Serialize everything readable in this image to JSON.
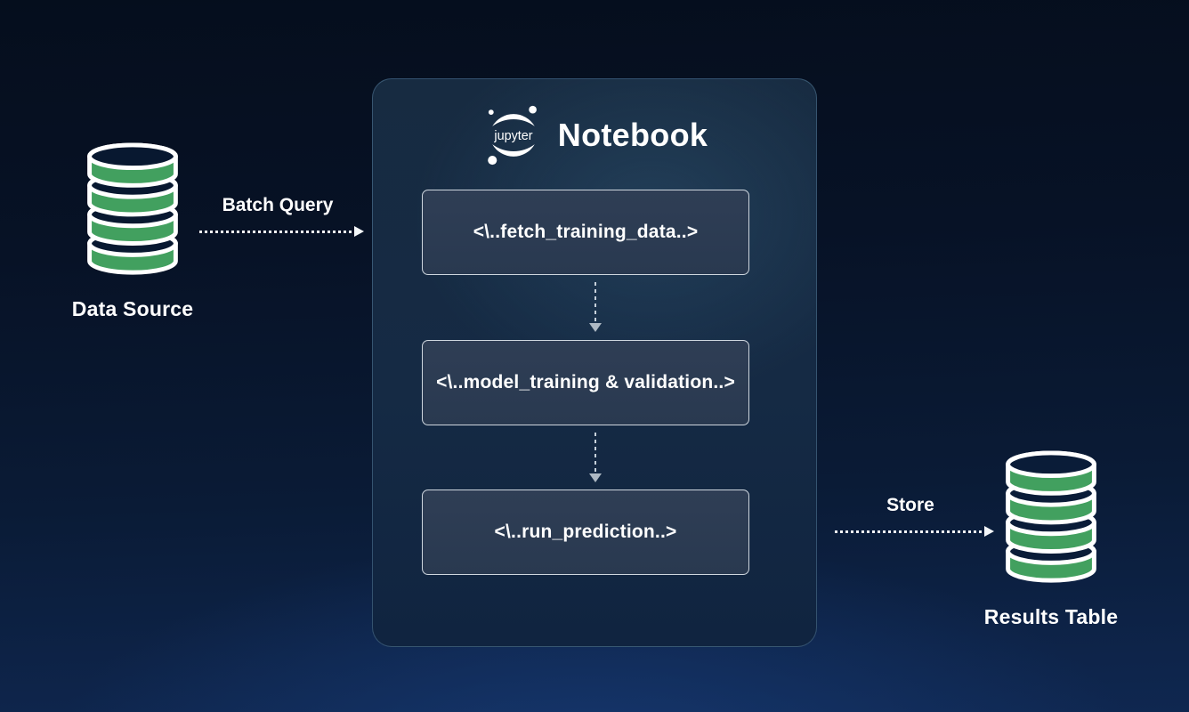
{
  "diagram": {
    "colors": {
      "background_top": "#050e1d",
      "background_bottom": "#0f2750",
      "panel": "#152a44",
      "cell_background": "#2c3c53",
      "database_green": "#42a05f",
      "text": "#ffffff"
    },
    "source_node": {
      "label": "Data Source",
      "icon": "database"
    },
    "results_node": {
      "label": "Results Table",
      "icon": "database"
    },
    "edges": {
      "batch_query": {
        "label": "Batch Query",
        "direction": "right"
      },
      "store": {
        "label": "Store",
        "direction": "right"
      },
      "cell_flow": {
        "direction": "down"
      }
    },
    "notebook": {
      "logo_text": "jupyter",
      "title": "Notebook",
      "cells": [
        {
          "code": "<\\..fetch_training_data..>"
        },
        {
          "code": "<\\..model_training & validation..>"
        },
        {
          "code": "<\\..run_prediction..>"
        }
      ]
    }
  }
}
